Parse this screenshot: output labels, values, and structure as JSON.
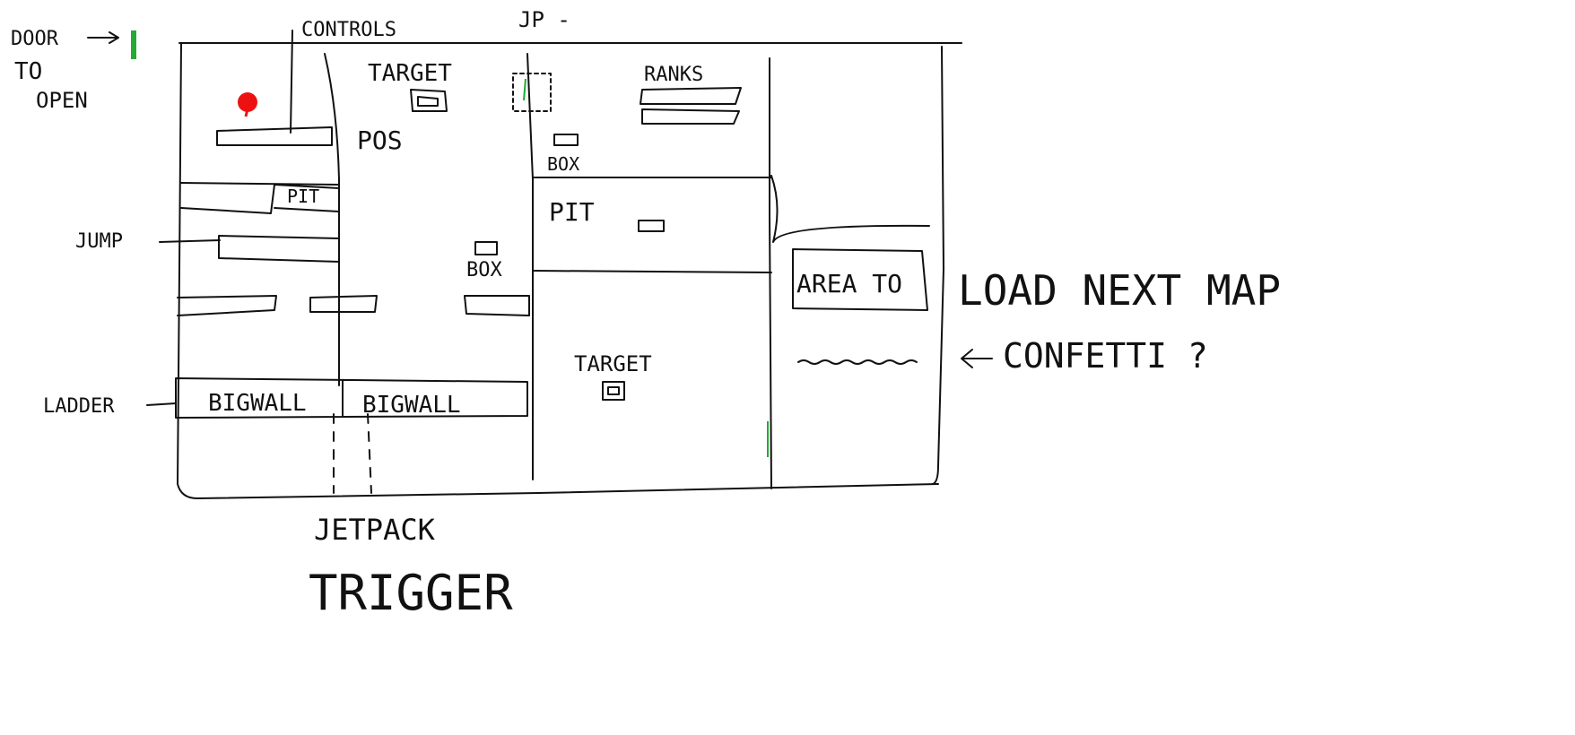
{
  "colors": {
    "ink": "#111111",
    "spawn": "#ee1111",
    "door": "#22aa33"
  },
  "labels": {
    "door": "DOOR",
    "to": "TO",
    "open": "OPEN",
    "controls": "CONTROLS",
    "jp": "JP -",
    "target_top": "TARGET",
    "ranks": "RANKS",
    "pos": "POS",
    "box_top": "BOX",
    "pit_left": "PIT",
    "pit_mid": "PIT",
    "jump": "JUMP",
    "box_mid": "BOX",
    "area": "AREA TO",
    "load_next_map": "LOAD NEXT MAP",
    "target_low": "TARGET",
    "confetti": "CONFETTI ?",
    "ladder": "LADDER",
    "bigwall_1": "BIGWALL",
    "bigwall_2": "BIGWALL",
    "jetpack": "JETPACK",
    "trigger": "TRIGGER"
  },
  "icons": {
    "spawn": "spawn-pin-icon",
    "door": "door-icon",
    "arrow": "arrow-right-icon"
  }
}
